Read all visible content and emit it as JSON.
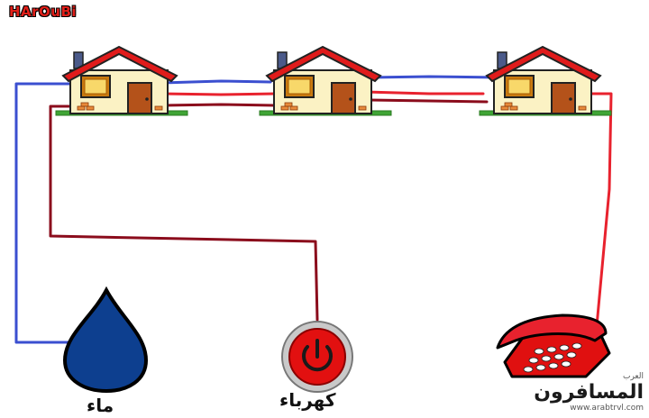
{
  "logo_text": "HArOuBi",
  "labels": {
    "water": "ماء",
    "electricity": "كهرباء"
  },
  "watermark": {
    "text": "المسافرون",
    "small": "العرب",
    "url": "www.arabtrvl.com"
  },
  "icons": {
    "house": "house-icon",
    "water": "water-drop-icon",
    "power": "power-button-icon",
    "phone": "telephone-icon"
  },
  "colors": {
    "water_wire": "#3b4fd0",
    "power_wire": "#8b0c1c",
    "phone_wire": "#e8222e",
    "roof": "#e01b1b",
    "wall": "#fbf2c4",
    "grass": "#3fa535",
    "drop": "#0d3f8f",
    "phone_body": "#e01010"
  }
}
